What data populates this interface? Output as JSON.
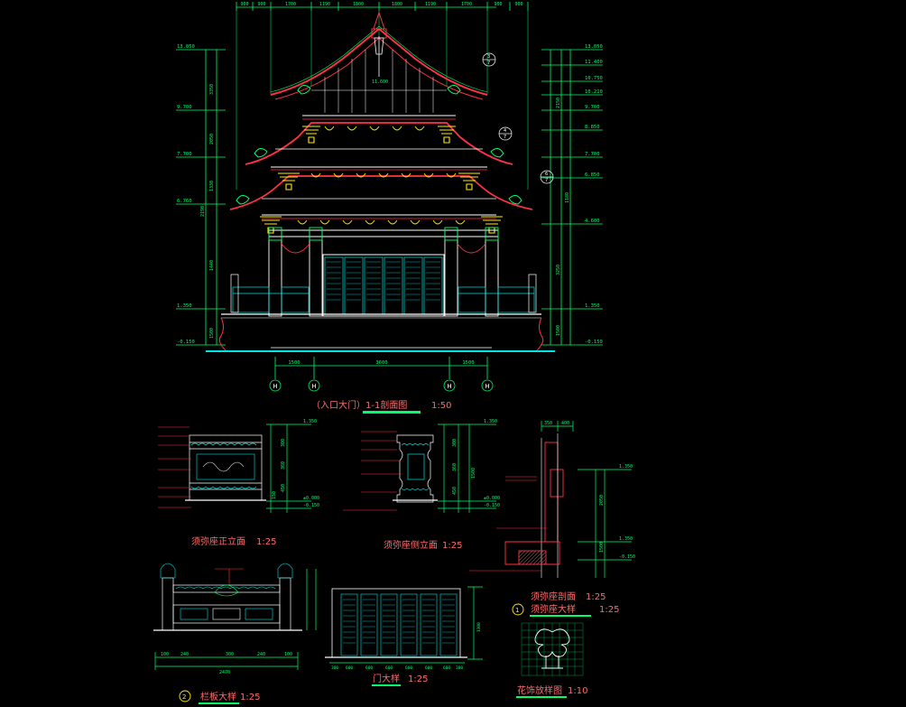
{
  "colors": {
    "background": "#000000",
    "dimension": "#00ff66",
    "title": "#ff6b6b",
    "structure": "#ff3344",
    "outline": "#ffffff",
    "lattice": "#00e5e5",
    "bracket": "#ffee00",
    "ornament": "#00cc66",
    "accent_blue": "#3355ff"
  },
  "main_elevation": {
    "title": "（入口大门）1-1剖面图",
    "scale": "1:50",
    "top_dims": [
      "900",
      "900",
      "1700",
      "1190",
      "1800",
      "1800",
      "1190",
      "1700",
      "900",
      "900"
    ],
    "left_elev": [
      "13.050",
      "9.700",
      "7.700",
      "6.760",
      "1.350",
      "-0.150"
    ],
    "left_segments": [
      "3350",
      "2050",
      "1330",
      "2190",
      "1440",
      "1500"
    ],
    "right_elev": [
      "13.050",
      "11.400",
      "10.750",
      "10.210",
      "9.700",
      "8.850",
      "7.700",
      "6.850",
      "4.600",
      "1.350",
      "-0.150"
    ],
    "right_segments": [
      "2150",
      "1180",
      "3250",
      "1500"
    ],
    "ridge_elev": "11.600",
    "bottom_dims": [
      "1500",
      "3600",
      "1500"
    ],
    "axis_labels": [
      "H",
      "H",
      "H",
      "H"
    ],
    "callout": {
      "num": "3",
      "den": "7"
    },
    "callout2": {
      "num": "4",
      "den": "7"
    },
    "callout3": {
      "num": "6",
      "den": "7"
    }
  },
  "details": {
    "xumizuo_front": {
      "title": "须弥座正立面",
      "scale": "1:25",
      "elev": [
        "1.350",
        "±0.000",
        "-0.150"
      ],
      "dims": [
        "300",
        "360",
        "450",
        "150"
      ]
    },
    "xumizuo_side": {
      "title": "须弥座侧立面",
      "scale": "1:25",
      "elev": [
        "1.350",
        "±0.000",
        "-0.150"
      ],
      "dims": [
        "300",
        "360",
        "450",
        "1500"
      ]
    },
    "xumizuo_section": {
      "title": "须弥座剖面",
      "scale": "1:25",
      "subtitle": "须弥座大样",
      "subscale": "1:25",
      "num": "1",
      "top_dims": [
        "350",
        "400"
      ],
      "elev": [
        "1.350",
        "1.350",
        "-0.150"
      ],
      "dims": [
        "2050",
        "1500"
      ]
    },
    "railing": {
      "title": "栏板大样",
      "scale": "1:25",
      "num": "2",
      "bottom_total": "2470",
      "dims": [
        "100",
        "240",
        "300",
        "240",
        "100"
      ]
    },
    "door": {
      "title": "门大样",
      "scale": "1:25",
      "dims": [
        "300",
        "600",
        "600",
        "600",
        "600",
        "600",
        "600",
        "300"
      ],
      "height": "1300"
    },
    "ornament": {
      "title": "花饰放样图",
      "scale": "1:10"
    }
  }
}
